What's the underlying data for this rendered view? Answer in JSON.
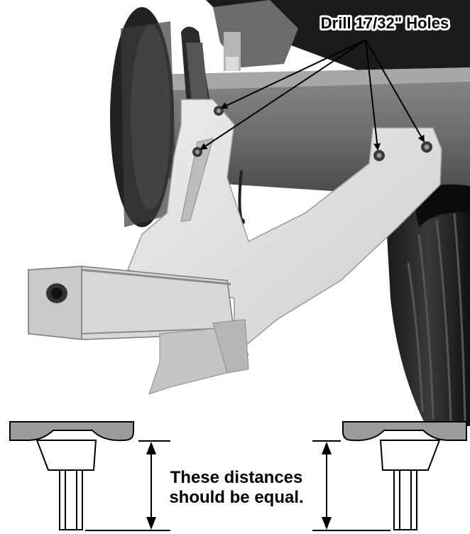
{
  "photo": {
    "callout_label": "Drill 17/32\" Holes"
  },
  "diagram": {
    "note_line1": "These distances",
    "note_line2": "should be equal."
  }
}
